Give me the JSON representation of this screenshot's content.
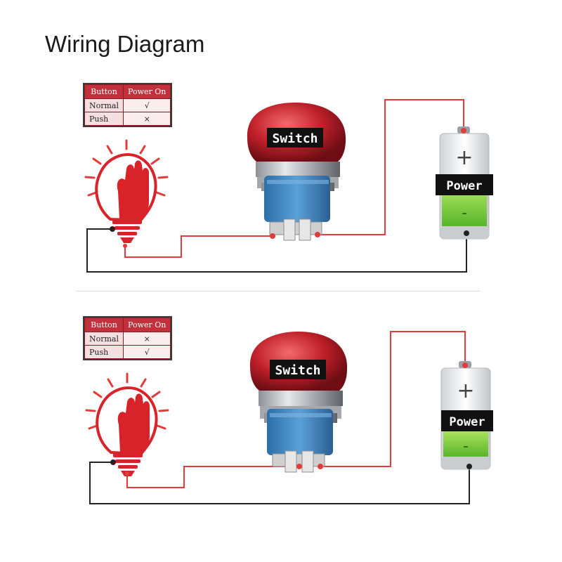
{
  "title": "Wiring Diagram",
  "colors": {
    "wire_red": "#e23b3b",
    "wire_black": "#222222",
    "cap_red": "#c0202a",
    "hand_red": "#d8232a",
    "battery_green": "#7ccc3a",
    "label_bg": "#111111",
    "label_text": "#ffffff",
    "table_header": "#c2303c"
  },
  "diagrams": [
    {
      "table": {
        "headers": [
          "Button",
          "Power On"
        ],
        "rows": [
          {
            "label": "Normal",
            "value": "√"
          },
          {
            "label": "Push",
            "value": "×"
          }
        ]
      },
      "switch_label": "Switch",
      "power_label": "Power",
      "battery_plus": "+",
      "battery_minus": "-"
    },
    {
      "table": {
        "headers": [
          "Button",
          "Power On"
        ],
        "rows": [
          {
            "label": "Normal",
            "value": "×"
          },
          {
            "label": "Push",
            "value": "√"
          }
        ]
      },
      "switch_label": "Switch",
      "power_label": "Power",
      "battery_plus": "+",
      "battery_minus": "-"
    }
  ]
}
